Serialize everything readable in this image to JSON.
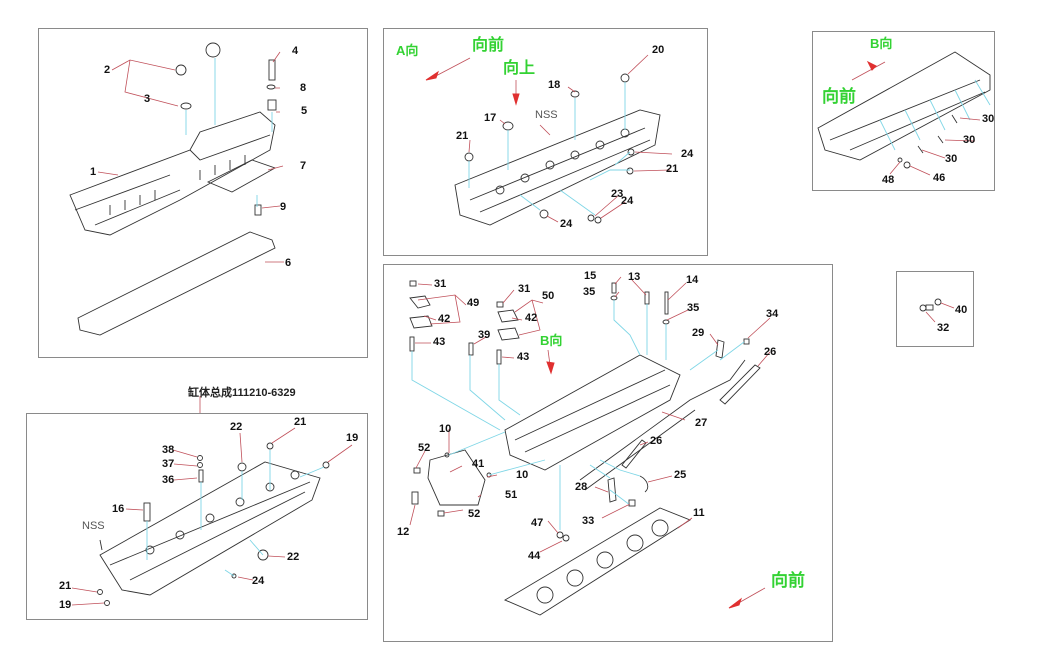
{
  "panels": {
    "cover": {
      "labels": [
        "1",
        "2",
        "3",
        "4",
        "5",
        "6",
        "7",
        "8",
        "9"
      ]
    },
    "view_a": {
      "view_label": "A向",
      "direction_front": "向前",
      "direction_up": "向上",
      "nss": "NSS",
      "labels": [
        "20",
        "18",
        "17",
        "21",
        "24",
        "21",
        "24",
        "23",
        "24"
      ]
    },
    "view_b": {
      "view_label": "B向",
      "direction_front": "向前",
      "labels": [
        "30",
        "30",
        "30",
        "48",
        "46"
      ]
    },
    "small_detail": {
      "labels": [
        "40",
        "32"
      ]
    },
    "cylinder_head_assy": {
      "title": "缸体总成111210-6329",
      "nss": "NSS",
      "labels": [
        "22",
        "21",
        "19",
        "38",
        "37",
        "36",
        "16",
        "22",
        "24",
        "21",
        "19"
      ]
    },
    "main_exploded": {
      "view_label": "B向",
      "direction_front": "向前",
      "labels": [
        "31",
        "49",
        "42",
        "43",
        "31",
        "50",
        "42",
        "39",
        "43",
        "15",
        "35",
        "13",
        "14",
        "35",
        "34",
        "29",
        "26",
        "27",
        "10",
        "52",
        "41",
        "10",
        "26",
        "25",
        "51",
        "28",
        "12",
        "52",
        "33",
        "47",
        "44",
        "11"
      ]
    }
  },
  "colors": {
    "leader_line": "#c0505a",
    "guide_line": "#7fd6e6",
    "direction_text": "#33d233",
    "direction_arrow": "#e03030",
    "border": "#8a8a8a"
  }
}
